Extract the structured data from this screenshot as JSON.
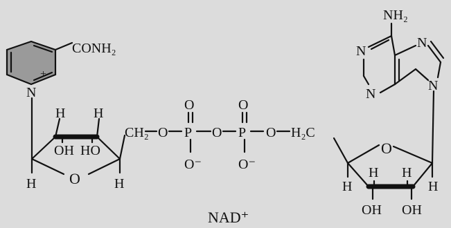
{
  "caption": "NAD⁺",
  "nicotinamide": {
    "substituent": "CONH₂",
    "ring_nitrogen": "N",
    "charge": "+"
  },
  "phosphates": {
    "left_linker": "CH₂",
    "right_linker": "H₂C",
    "O": "O",
    "P": "P",
    "O_minus": "O⁻"
  },
  "sugars": {
    "H": "H",
    "OH": "OH",
    "HO": "HO",
    "ring_oxygen": "O"
  },
  "adenine": {
    "amine": "NH₂",
    "N": "N"
  },
  "colors": {
    "background": "#dcdcdc",
    "nicotinamide_ring_fill": "#9a9a9a",
    "ink": "#111111"
  }
}
